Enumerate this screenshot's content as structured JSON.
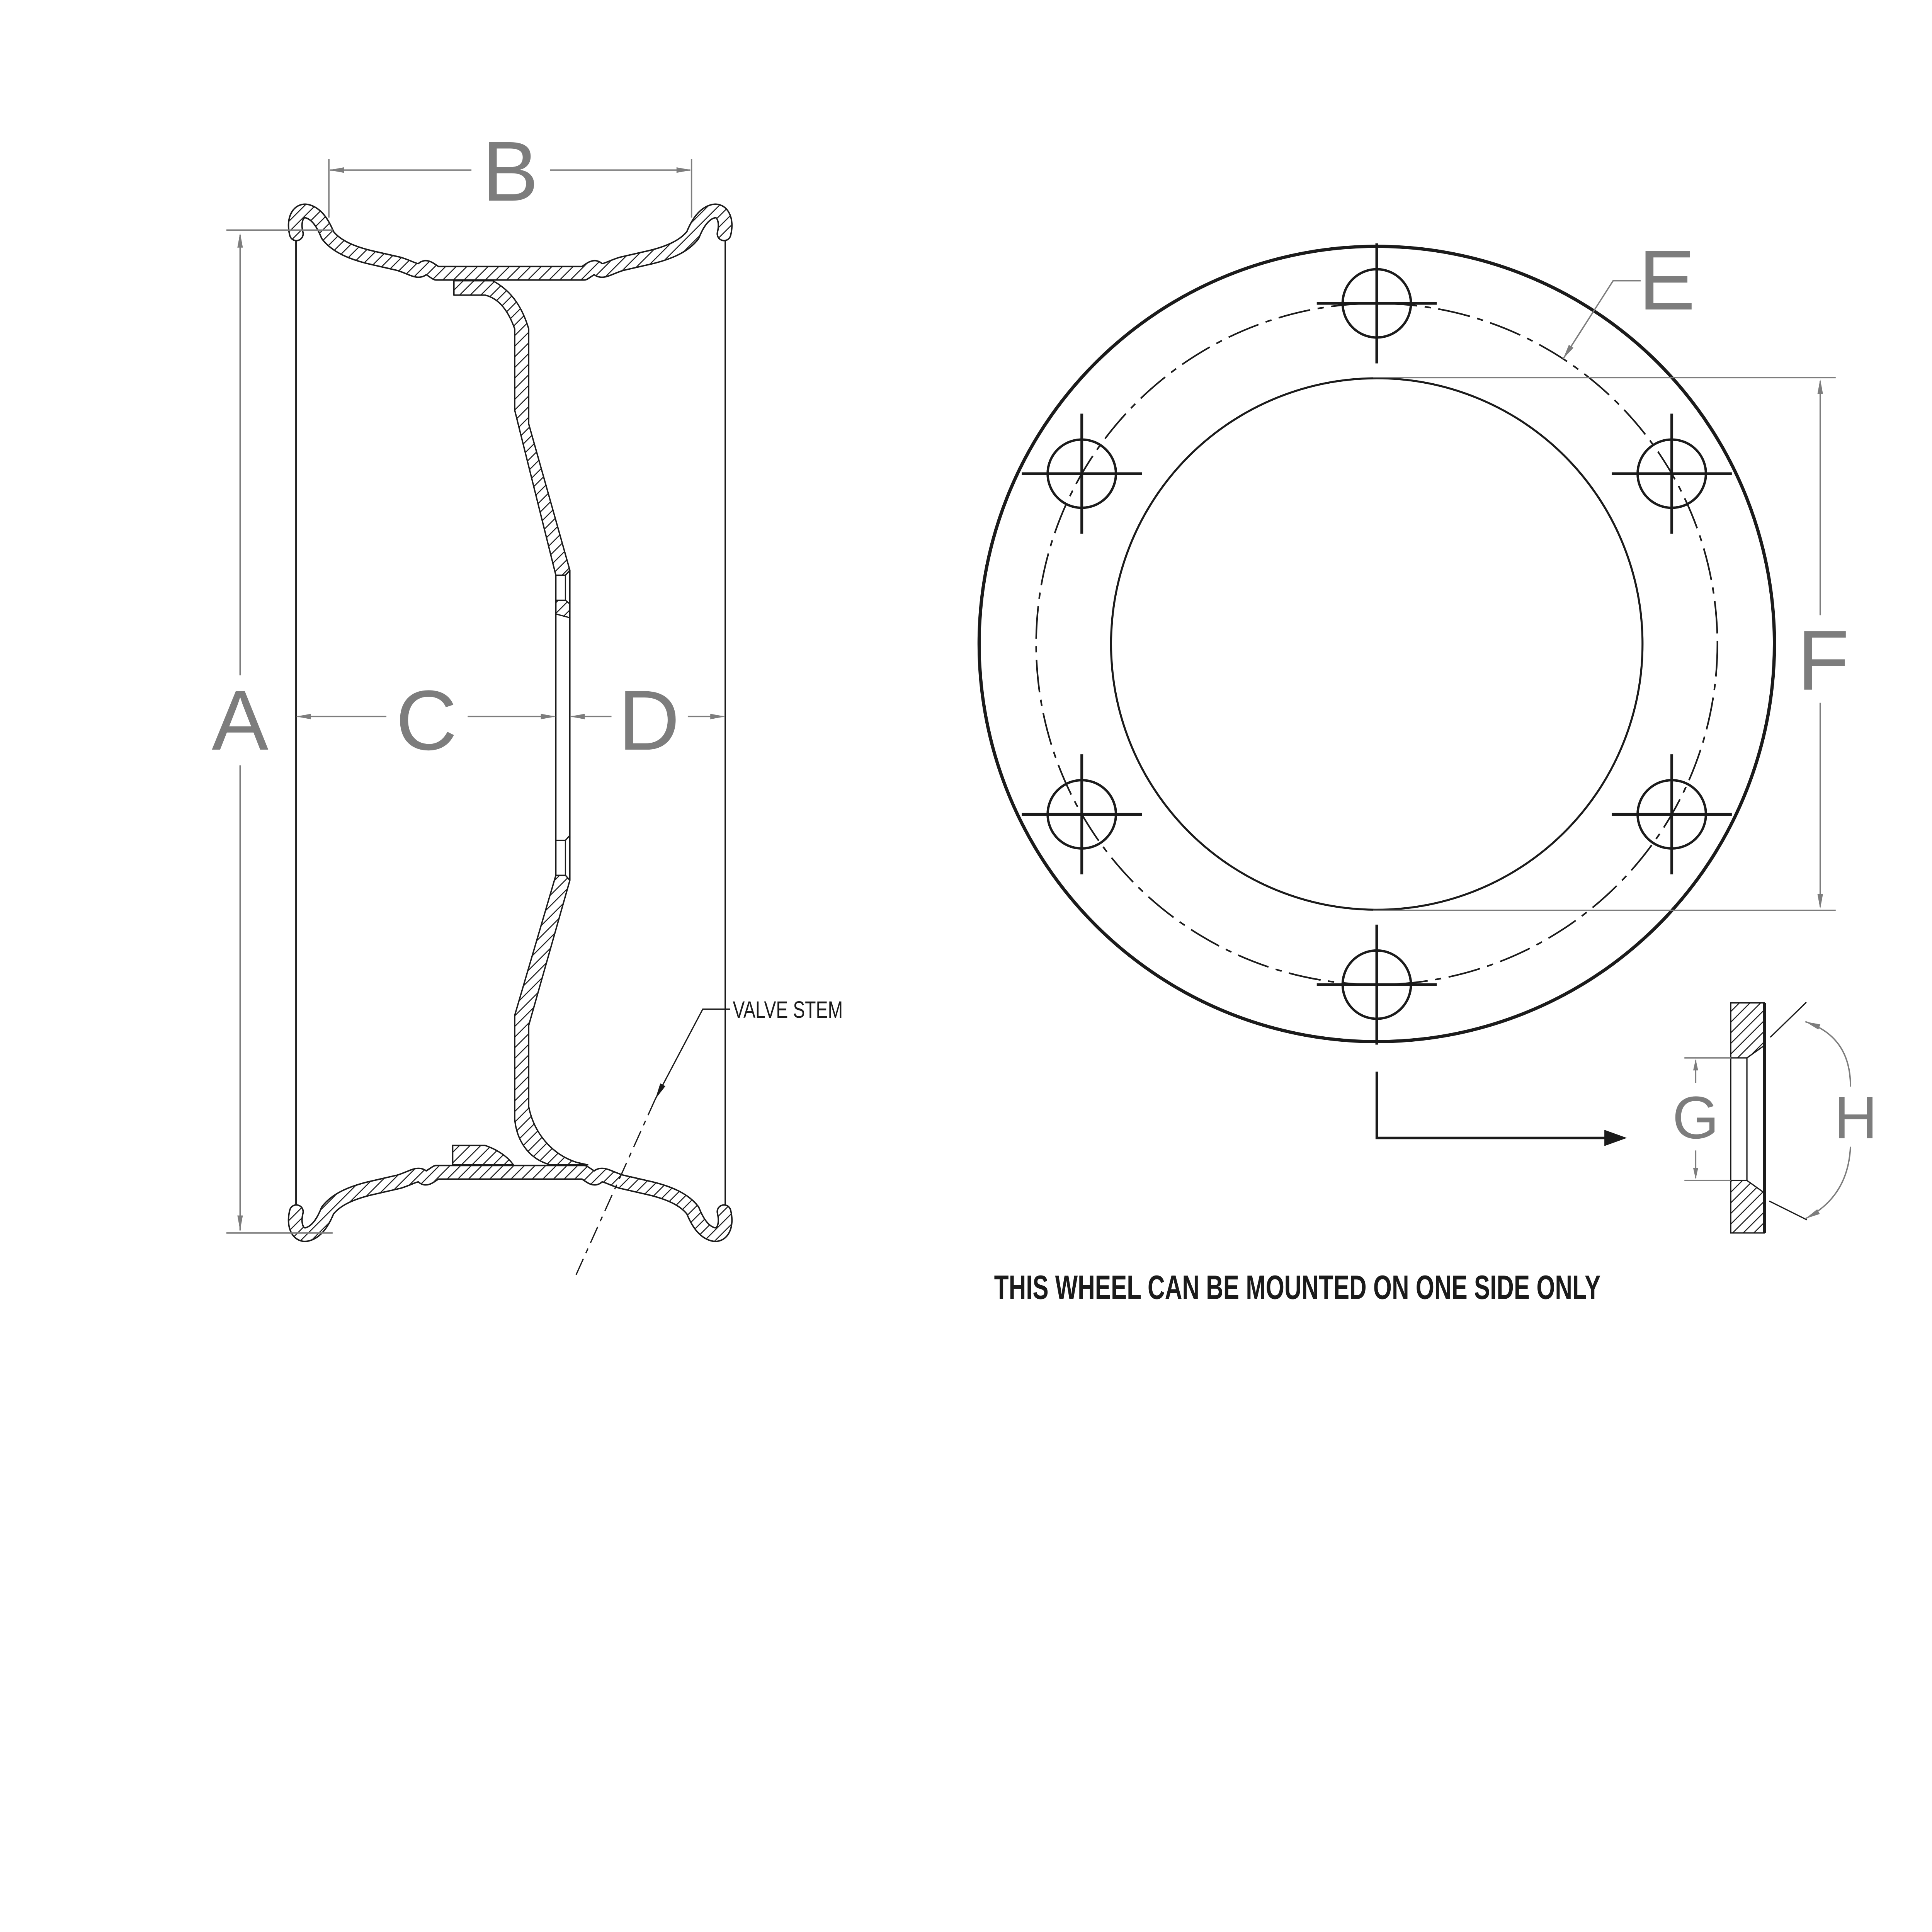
{
  "document": {
    "type": "engineering-drawing",
    "subject": "one-piece wheel rim with 6-bolt disc",
    "background_color": "#ffffff",
    "line_color": "#1b1b1b",
    "dimension_color": "#7d7d7d"
  },
  "labels": {
    "a": "A",
    "b": "B",
    "c": "C",
    "d": "D",
    "e": "E",
    "f": "F",
    "g": "G",
    "h": "H"
  },
  "views": {
    "cross_section": {
      "name": "rim cross section",
      "dimension_labels": [
        "A",
        "B",
        "C",
        "D"
      ]
    },
    "front": {
      "name": "wheel front view",
      "bolt_hole_count": 6,
      "dimension_labels": [
        "E",
        "F"
      ]
    },
    "mounting_detail": {
      "name": "mounting face detail",
      "dimension_labels": [
        "G",
        "H"
      ]
    }
  },
  "annotations": {
    "valve_stem": "VALVE STEM",
    "mounting_note": "THIS WHEEL CAN BE MOUNTED ON ONE SIDE ONLY"
  }
}
